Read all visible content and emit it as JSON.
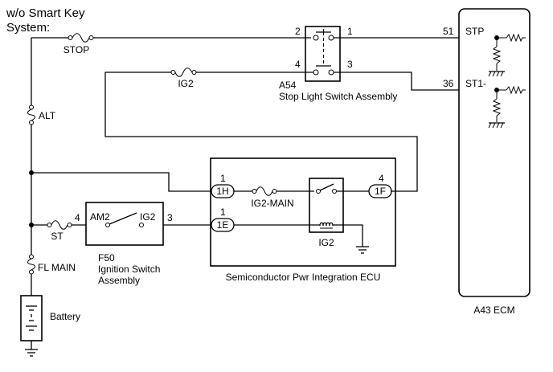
{
  "header": {
    "line1": "w/o Smart Key",
    "line2": "System:"
  },
  "fuses": {
    "stop": "STOP",
    "alt": "ALT",
    "ig2": "IG2",
    "st": "ST",
    "fl_main": "FL MAIN",
    "ig2_main": "IG2-MAIN"
  },
  "stop_switch": {
    "pin_tl": "2",
    "pin_tr": "1",
    "pin_bl": "4",
    "pin_br": "3",
    "code": "A54",
    "name": "Stop Light Switch Assembly"
  },
  "ecm": {
    "pin_stp": "51",
    "sig_stp": "STP",
    "pin_st1": "36",
    "sig_st1": "ST1-",
    "label": "A43  ECM"
  },
  "ignition_switch": {
    "pin_left": "4",
    "pin_right": "3",
    "term_left": "AM2",
    "term_right": "IG2",
    "code": "F50",
    "name_line1": "Ignition Switch",
    "name_line2": "Assembly"
  },
  "ecu": {
    "pin_1h_num": "1",
    "conn_1h": "1H",
    "pin_1e_num": "1",
    "conn_1e": "1E",
    "pin_1f_num": "4",
    "conn_1f": "1F",
    "relay": "IG2",
    "label": "Semiconductor Pwr Integration ECU"
  },
  "battery": {
    "label": "Battery"
  }
}
